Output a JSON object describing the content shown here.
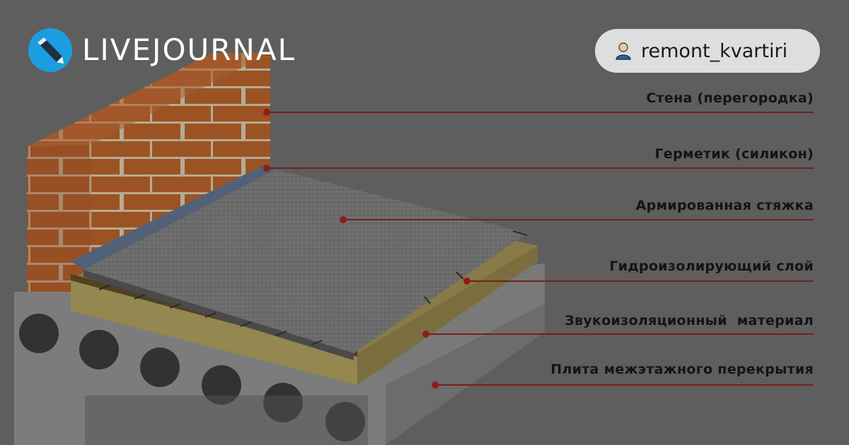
{
  "brand": {
    "name": "LIVEJOURNAL",
    "logo_icon": "livejournal-pencil-icon",
    "logo_color": "#1a9ee0"
  },
  "user": {
    "name": "remont_kvartiri",
    "icon": "user-icon"
  },
  "diagram": {
    "labels": [
      "Стена (перегородка)",
      "Герметик (силикон)",
      "Армированная стяжка",
      "Гидроизолирующий слой",
      "Звукоизоляционный  материал",
      "Плита межэтажного перекрытия"
    ],
    "colors": {
      "brick": "#b25f2a",
      "mortar": "#cfc3a8",
      "sealant": "#5d6f89",
      "screed": "#767676",
      "insulation": "#9b8d53",
      "slab": "#8f8f8f",
      "leader": "#8a2323"
    }
  }
}
